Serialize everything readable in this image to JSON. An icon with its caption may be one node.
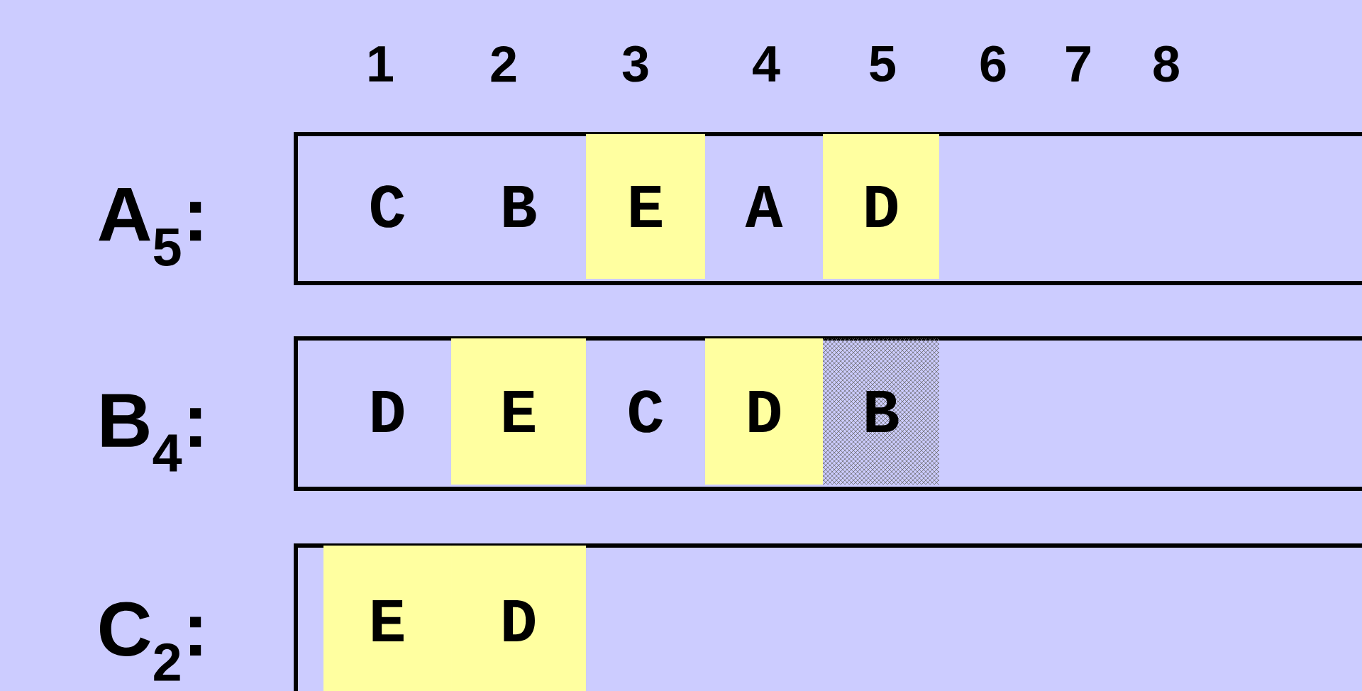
{
  "diagram": {
    "nodes": [
      {
        "text": [
          "A$_{5}$:",
          "C",
          "B",
          "A"
        ]
      },
      {
        "text": [
          "E"
        ],
        "in": 0
      },
      {
        "text": [
          "D"
        ],
        "in": 0
      },
      {
        "text": [
          "B$_{4}$:",
          "D",
          "C"
        ]
      },
      {
        "text": [
          "E"
        ],
        "in": 3
      },
      {
        "text": [
          "D"
        ],
        "in": 3
      },
      {
        "text": [
          "B"
        ],
        "in": 3
      },
      {
        "text": [
          "C$_{2}$:"
        ]
      },
      {
        "text": [
          "E"
        ],
        "in": 7
      },
      {
        "text": [
          "D"
        ],
        "in": 7
      }
    ],
    "labels": [
      "1",
      "2",
      "3",
      "4",
      "5",
      "6",
      "7",
      "8"
    ]
  }
}
